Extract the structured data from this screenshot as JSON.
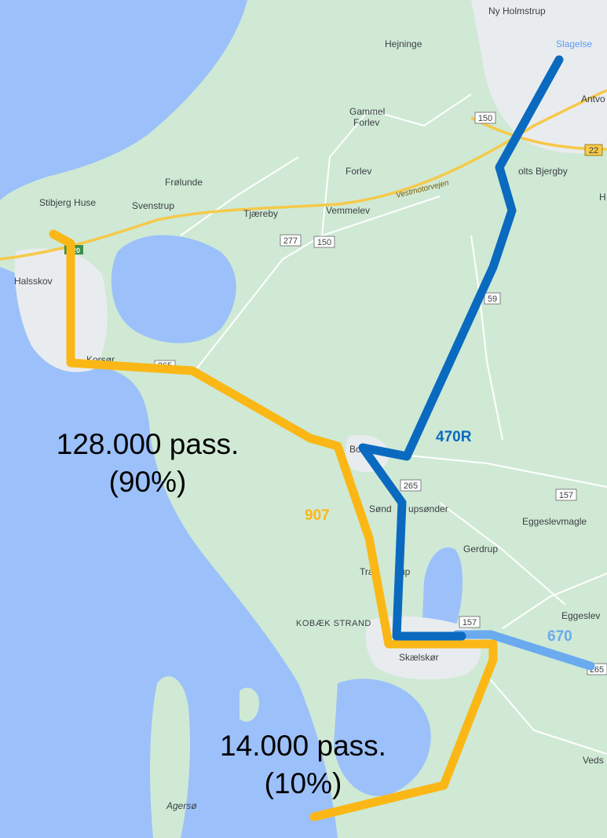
{
  "places": {
    "ny_holmstrup": "Ny Holmstrup",
    "slagelse": "Slagelse",
    "hejninge": "Hejninge",
    "antvorskov": "Antvo",
    "gammel_forlev_1": "Gammel",
    "gammel_forlev_2": "Forlev",
    "forlev": "Forlev",
    "holts_bjergby": "olts Bjergby",
    "frolunde": "Frølunde",
    "stibjerg_huse": "Stibjerg Huse",
    "svenstrup": "Svenstrup",
    "tjareby": "Tjæreby",
    "vemmelev": "Vemmelev",
    "halsskov": "Halsskov",
    "korsor": "Korsør",
    "boeslunde": "Bo",
    "sonderupsonder_a": "Sønd",
    "sonderupsonder_b": "upsønder",
    "eggeslevmagle": "Eggeslevmagle",
    "gerdrup": "Gerdrup",
    "tjarup_a": "Tra",
    "tjarup_b": "rup",
    "kobaek_strand": "KOBÆK STRAND",
    "skaelskor": "Skælskør",
    "eggeslev": "Eggeslev",
    "vedsk": "Veds",
    "agerso": "Agersø",
    "h_edge": "H"
  },
  "roads": {
    "r150a": "150",
    "r150b": "150",
    "r277": "277",
    "r22": "22",
    "e20": "E20",
    "r265a": "265",
    "r265b": "265",
    "r265c": "265",
    "r157a": "157",
    "r157b": "157",
    "r59": "59",
    "motorway": "Vestmotorvejen"
  },
  "routes": {
    "r470R": {
      "label": "470R",
      "color": "#0a6abf"
    },
    "r907": {
      "label": "907",
      "color": "#fbb716"
    },
    "r670": {
      "label": "670",
      "color": "#6aaaef"
    }
  },
  "annotations": {
    "north_line1": "128.000 pass.",
    "north_line2": "(90%)",
    "south_line1": "14.000 pass.",
    "south_line2": "(10%)"
  },
  "colors": {
    "water": "#9cc0f9",
    "land": "#cfe9d5",
    "urban": "#e9ecef",
    "road_major": "#f6c94a",
    "road_minor": "#ffffff"
  }
}
